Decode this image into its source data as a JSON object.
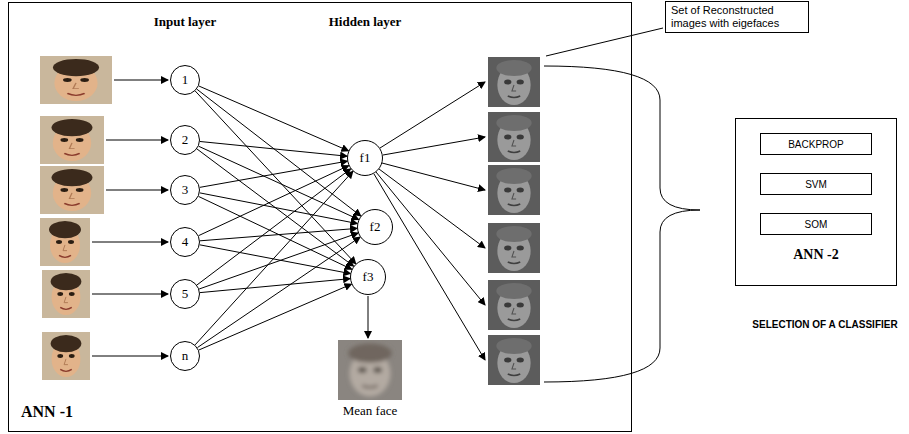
{
  "diagram": {
    "nodes": [
      {
        "text": [
          "ANN -1"
        ]
      },
      {
        "text": [
          "1"
        ],
        "in": 0
      },
      {
        "text": [
          "2"
        ],
        "in": 0
      },
      {
        "text": [
          "3"
        ],
        "in": 0
      },
      {
        "text": [
          "4"
        ],
        "in": 0
      },
      {
        "text": [
          "5"
        ],
        "in": 0
      },
      {
        "text": [
          "n"
        ],
        "in": 0
      },
      {
        "text": [
          "f1"
        ],
        "in": 0
      },
      {
        "text": [
          "f2"
        ],
        "in": 0
      },
      {
        "text": [
          "f3"
        ],
        "in": 0
      },
      {
        "text": [
          "Set of Reconstructed images with eigefaces"
        ]
      },
      {
        "text": [
          "ANN -2"
        ]
      },
      {
        "text": [
          "BACKPROP"
        ],
        "in": 11
      },
      {
        "text": [
          "SVM"
        ],
        "in": 11
      },
      {
        "text": [
          "SOM"
        ],
        "in": 11
      }
    ],
    "edges": [
      {
        "from": 1,
        "to": 7,
        "arrow": "to"
      },
      {
        "from": 1,
        "to": 8,
        "arrow": "to"
      },
      {
        "from": 1,
        "to": 9,
        "arrow": "to"
      },
      {
        "from": 2,
        "to": 7,
        "arrow": "to"
      },
      {
        "from": 2,
        "to": 8,
        "arrow": "to"
      },
      {
        "from": 2,
        "to": 9,
        "arrow": "to"
      },
      {
        "from": 3,
        "to": 7,
        "arrow": "to"
      },
      {
        "from": 3,
        "to": 8,
        "arrow": "to"
      },
      {
        "from": 3,
        "to": 9,
        "arrow": "to"
      },
      {
        "from": 4,
        "to": 7,
        "arrow": "to"
      },
      {
        "from": 4,
        "to": 8,
        "arrow": "to"
      },
      {
        "from": 4,
        "to": 9,
        "arrow": "to"
      },
      {
        "from": 5,
        "to": 7,
        "arrow": "to"
      },
      {
        "from": 5,
        "to": 8,
        "arrow": "to"
      },
      {
        "from": 5,
        "to": 9,
        "arrow": "to"
      },
      {
        "from": 6,
        "to": 7,
        "arrow": "to"
      },
      {
        "from": 6,
        "to": 8,
        "arrow": "to"
      },
      {
        "from": 6,
        "to": 9,
        "arrow": "to"
      }
    ],
    "labels": [
      "Input layer",
      "Hidden layer",
      "Mean face",
      "SELECTION OF A CLASSIFIER"
    ]
  }
}
